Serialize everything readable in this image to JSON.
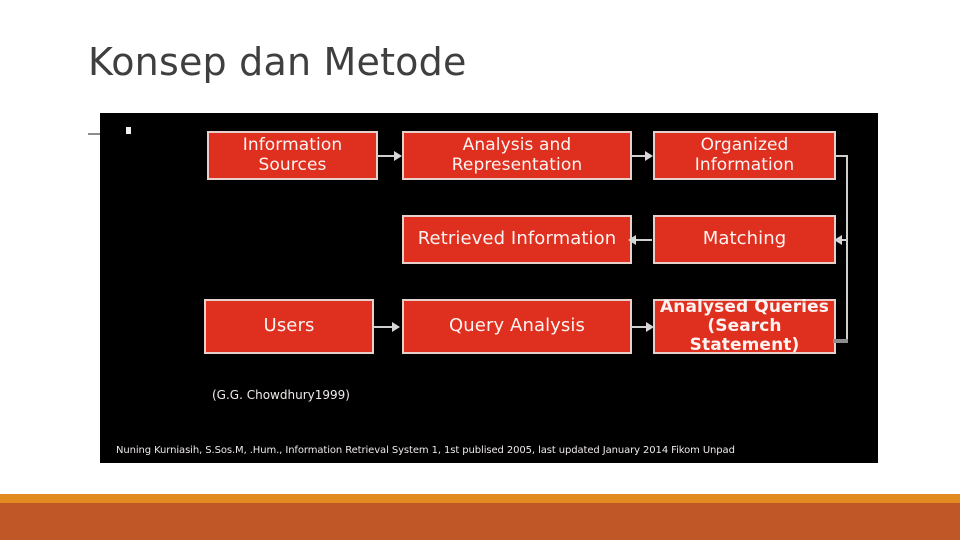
{
  "slide": {
    "title": "Konsep dan Metode"
  },
  "diagram": {
    "nodes": {
      "information_sources": "Information Sources",
      "analysis_and_representation": "Analysis and Representation",
      "organized_information": "Organized Information",
      "retrieved_information": "Retrieved Information",
      "matching": "Matching",
      "users": "Users",
      "query_analysis": "Query Analysis",
      "analysed_queries": "Analysed Queries\n(Search Statement)"
    },
    "citation": "(G.G. Chowdhury1999)",
    "source_note": "Nuning Kurniasih, S.Sos.M, .Hum., Information Retrieval System 1, 1st publised 2005, last updated January 2014 Fikom Unpad",
    "colors": {
      "node_fill": "#DF2F1E",
      "node_border": "#E7CFCB",
      "node_text": "#FDF3F2",
      "canvas": "#000000",
      "connector": "#CFCFCF"
    },
    "edges": [
      {
        "from": "information_sources",
        "to": "analysis_and_representation",
        "direction": "right"
      },
      {
        "from": "analysis_and_representation",
        "to": "organized_information",
        "direction": "right"
      },
      {
        "from": "organized_information",
        "to": "matching",
        "direction": "down-left"
      },
      {
        "from": "matching",
        "to": "retrieved_information",
        "direction": "left"
      },
      {
        "from": "users",
        "to": "query_analysis",
        "direction": "right"
      },
      {
        "from": "query_analysis",
        "to": "analysed_queries",
        "direction": "right"
      },
      {
        "from": "analysed_queries",
        "to": "matching",
        "direction": "right-up"
      }
    ]
  },
  "footer": {
    "stripe_color": "#E18A20",
    "band_color": "#BF5727"
  }
}
